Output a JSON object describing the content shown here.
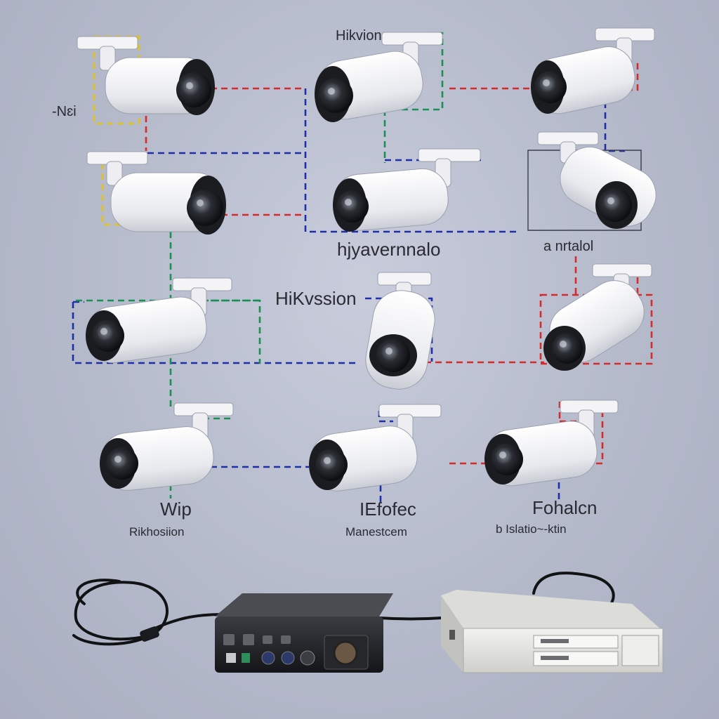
{
  "labels": {
    "top_left_mark": "-Nɛi",
    "top_center_title": "Hikvion",
    "row2_center_caption": "hjyavernnalo",
    "row2_right_caption": "a nrtalol",
    "center_title": "HiKvssion",
    "bottom_left_title": "Wip",
    "bottom_left_caption": "Rikhosiion",
    "bottom_center_title": "IEfofec",
    "bottom_center_caption": "Manestcem",
    "bottom_right_title": "Fohalcn",
    "bottom_right_caption": "b Islatio~-ktin"
  },
  "colors": {
    "red": "#d62b2b",
    "blue": "#1f2fa8",
    "green": "#1e8f54",
    "yellow": "#e0c21a",
    "gray_frame": "#3a3d4a"
  },
  "cameras": [
    {
      "id": "cam-r1-left",
      "row": 1,
      "col": 1,
      "facing": "right"
    },
    {
      "id": "cam-r1-center",
      "row": 1,
      "col": 2,
      "facing": "left"
    },
    {
      "id": "cam-r1-right",
      "row": 1,
      "col": 3,
      "facing": "left"
    },
    {
      "id": "cam-r2-left",
      "row": 2,
      "col": 1,
      "facing": "right"
    },
    {
      "id": "cam-r2-center",
      "row": 2,
      "col": 2,
      "facing": "left"
    },
    {
      "id": "cam-r2-right",
      "row": 2,
      "col": 3,
      "facing": "right-down"
    },
    {
      "id": "cam-r3-left",
      "row": 3,
      "col": 1,
      "facing": "left"
    },
    {
      "id": "cam-r3-center",
      "row": 3,
      "col": 2,
      "facing": "down"
    },
    {
      "id": "cam-r3-right",
      "row": 3,
      "col": 3,
      "facing": "left-down"
    },
    {
      "id": "cam-r4-left",
      "row": 4,
      "col": 1,
      "facing": "left"
    },
    {
      "id": "cam-r4-center",
      "row": 4,
      "col": 2,
      "facing": "left"
    },
    {
      "id": "cam-r4-right",
      "row": 4,
      "col": 3,
      "facing": "left"
    }
  ],
  "devices": [
    {
      "id": "power-adapter",
      "type": "power supply with cable"
    },
    {
      "id": "nvr-recorder",
      "type": "network video recorder"
    }
  ]
}
